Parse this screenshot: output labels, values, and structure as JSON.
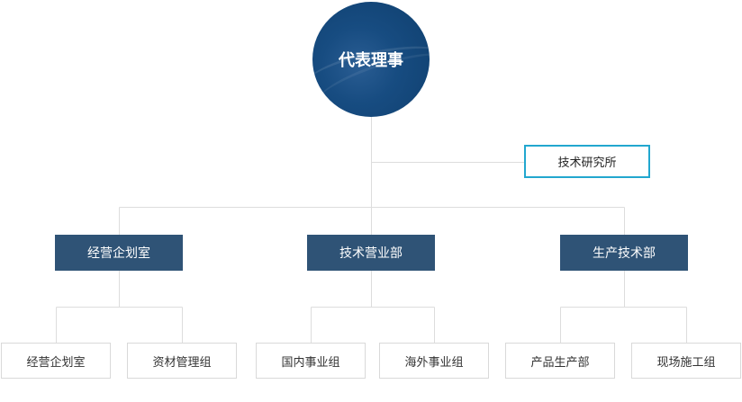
{
  "root": {
    "label": "代表理事"
  },
  "institute": {
    "label": "技术研究所"
  },
  "departments": [
    {
      "label": "经营企划室",
      "teams": [
        "经营企划室",
        "资材管理组"
      ]
    },
    {
      "label": "技术营业部",
      "teams": [
        "国内事业组",
        "海外事业组"
      ]
    },
    {
      "label": "生产技术部",
      "teams": [
        "产品生产部",
        "现场施工组"
      ]
    }
  ],
  "colors": {
    "root_fill": "#174c81",
    "department_fill": "#2f5376",
    "institute_border": "#22a7cf",
    "connector": "#dddddd",
    "team_border": "#d9d9d9"
  }
}
